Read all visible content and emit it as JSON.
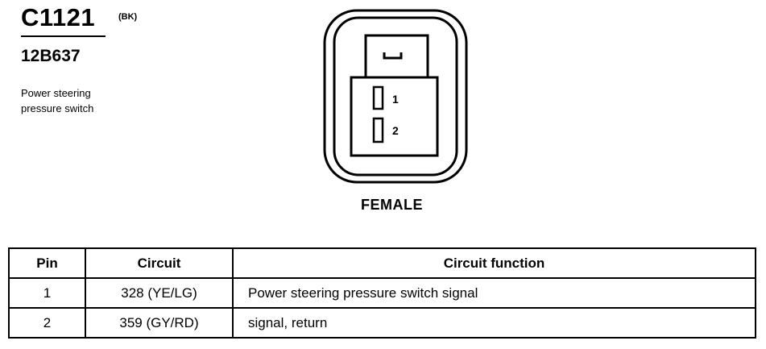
{
  "connector": {
    "id": "C1121",
    "color_code": "(BK)",
    "part_number": "12B637",
    "description_lines": [
      "Power steering",
      "pressure switch"
    ],
    "gender": "FEMALE",
    "pins_shown": [
      "1",
      "2"
    ]
  },
  "table": {
    "headers": [
      "Pin",
      "Circuit",
      "Circuit function"
    ],
    "rows": [
      {
        "pin": "1",
        "circuit": "328 (YE/LG)",
        "function": "Power steering pressure switch signal"
      },
      {
        "pin": "2",
        "circuit": "359 (GY/RD)",
        "function": "signal, return"
      }
    ]
  }
}
